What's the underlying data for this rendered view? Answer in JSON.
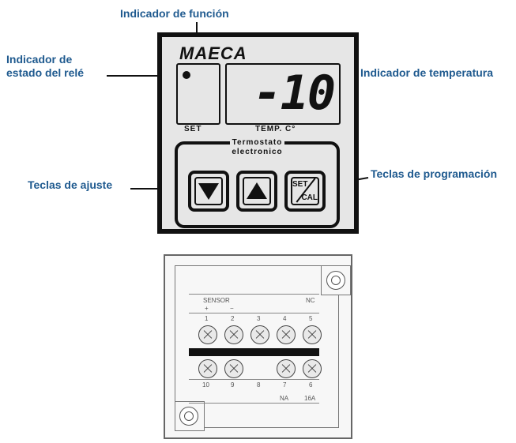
{
  "callouts": {
    "funcion": "Indicador de función",
    "rele": "Indicador de\nestado del relé",
    "rele_l1": "Indicador de",
    "rele_l2": "estado del relé",
    "temperatura": "Indicador de temperatura",
    "ajuste": "Teclas de ajuste",
    "programacion": "Teclas de programación"
  },
  "device": {
    "brand": "MAECA",
    "display_value": "-10",
    "label_set": "SET",
    "label_temp": "TEMP. C°",
    "model_l1": "Termostato",
    "model_l2": "electronico",
    "keys": {
      "down_icon": "down-triangle-icon",
      "up_icon": "up-triangle-icon",
      "set": "SET",
      "cal": "CAL"
    }
  },
  "terminal": {
    "sensor_label": "SENSOR",
    "nc_label": "NC",
    "top_numbers": [
      "1",
      "2",
      "3",
      "4",
      "5"
    ],
    "bottom_numbers": [
      "10",
      "9",
      "8",
      "7",
      "6"
    ],
    "na_label": "NA",
    "rating": "16A"
  },
  "colors": {
    "callout": "#1f5a8f",
    "panel": "#111111",
    "panel_face": "#e6e6e6"
  }
}
